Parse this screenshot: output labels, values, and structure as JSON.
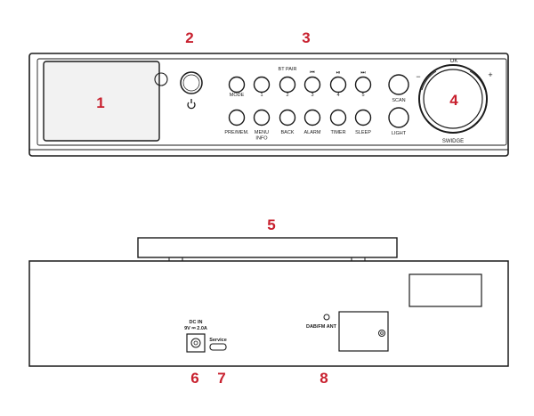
{
  "colors": {
    "callout": "#c8202e",
    "line": "#1a1a1a",
    "screen": "#f2f2f2"
  },
  "front": {
    "brand": "SWIDGE",
    "ok": "OK",
    "minus": "−",
    "plus": "+",
    "power_icon": "power-icon",
    "top_labels": [
      "BT PAIR"
    ],
    "row1": [
      {
        "label": "MODE"
      },
      {
        "label": "1"
      },
      {
        "label": "2"
      },
      {
        "label": "3",
        "icon": "⏮"
      },
      {
        "label": "4",
        "icon": "⏯"
      },
      {
        "label": "5",
        "icon": "⏭"
      },
      {
        "label": "SCAN"
      }
    ],
    "row2": [
      {
        "label": "PRE/MEM."
      },
      {
        "label": "MENU",
        "label2": "INFO"
      },
      {
        "label": "BACK"
      },
      {
        "label": "ALARM"
      },
      {
        "label": "TIMER"
      },
      {
        "label": "SLEEP"
      },
      {
        "label": "LIGHT"
      }
    ]
  },
  "back": {
    "dc_in_line1": "DC IN",
    "dc_in_line2": "9V ⎓ 2.0A",
    "service": "Service",
    "antenna": "DAB/FM ANT"
  },
  "callouts": [
    "1",
    "2",
    "3",
    "4",
    "5",
    "6",
    "7",
    "8"
  ]
}
